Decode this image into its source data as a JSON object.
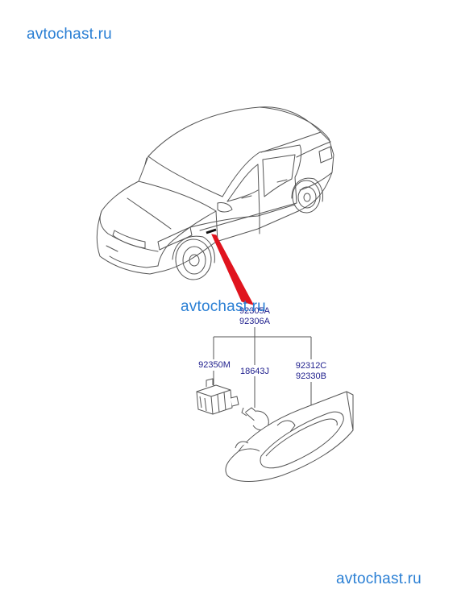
{
  "watermarks": {
    "top": "avtochast.ru",
    "middle": "avtochast.ru",
    "bottom": "avtochast.ru"
  },
  "parts": {
    "assembly_1": "92305A",
    "assembly_2": "92306A",
    "socket": "92350M",
    "bulb": "18643J",
    "lens_1": "92312C",
    "lens_2": "92330B"
  },
  "colors": {
    "watermark": "#2a7fd4",
    "label": "#1d1d8c",
    "callout": "#e0141e",
    "line": "#555555"
  }
}
